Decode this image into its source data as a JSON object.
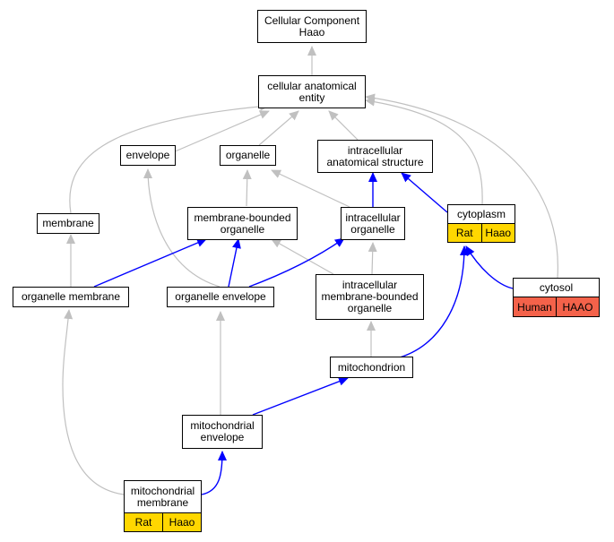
{
  "colors": {
    "edge_gray": "#c0c0c0",
    "edge_blue": "#0000ff",
    "rat_tag": "#ffd700",
    "human_tag": "#f4624a"
  },
  "nodes": {
    "cellular_component": "Cellular Component\nHaao",
    "cellular_anatomical_entity": "cellular anatomical\nentity",
    "envelope": "envelope",
    "organelle": "organelle",
    "intracellular_anatomical_structure": "intracellular\nanatomical structure",
    "membrane": "membrane",
    "membrane_bounded_organelle": "membrane-bounded\norganelle",
    "intracellular_organelle": "intracellular\norganelle",
    "cytoplasm": "cytoplasm",
    "organelle_membrane": "organelle membrane",
    "organelle_envelope": "organelle envelope",
    "intracellular_membrane_bounded_organelle": "intracellular\nmembrane-bounded\norganelle",
    "cytosol": "cytosol",
    "mitochondrion": "mitochondrion",
    "mitochondrial_envelope": "mitochondrial\nenvelope",
    "mitochondrial_membrane": "mitochondrial\nmembrane"
  },
  "annotations": {
    "cytoplasm": {
      "species": "Rat",
      "gene": "Haao"
    },
    "cytosol": {
      "species": "Human",
      "gene": "HAAO"
    },
    "mitochondrial_membrane": {
      "species": "Rat",
      "gene": "Haao"
    }
  }
}
